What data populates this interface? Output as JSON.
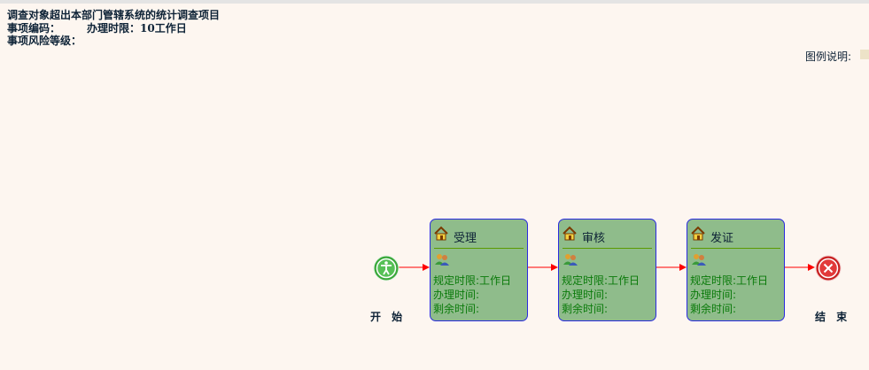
{
  "header": {
    "title": "调查对象超出本部门管辖系统的统计调查项目",
    "code_label": "事项编码：",
    "limit_label": "办理时限：10工作日",
    "risk_label": "事项风险等级："
  },
  "legend": {
    "label": "图例说明:",
    "swatch_color": "#ede3c8"
  },
  "start": {
    "label": "开 始"
  },
  "end": {
    "label": "结 束"
  },
  "steps": [
    {
      "title": "受理",
      "limit": "规定时限:工作日",
      "handle": "办理时间:",
      "remain": "剩余时间:"
    },
    {
      "title": "审核",
      "limit": "规定时限:工作日",
      "handle": "办理时间:",
      "remain": "剩余时间:"
    },
    {
      "title": "发证",
      "limit": "规定时限:工作日",
      "handle": "办理时间:",
      "remain": "剩余时间:"
    }
  ]
}
